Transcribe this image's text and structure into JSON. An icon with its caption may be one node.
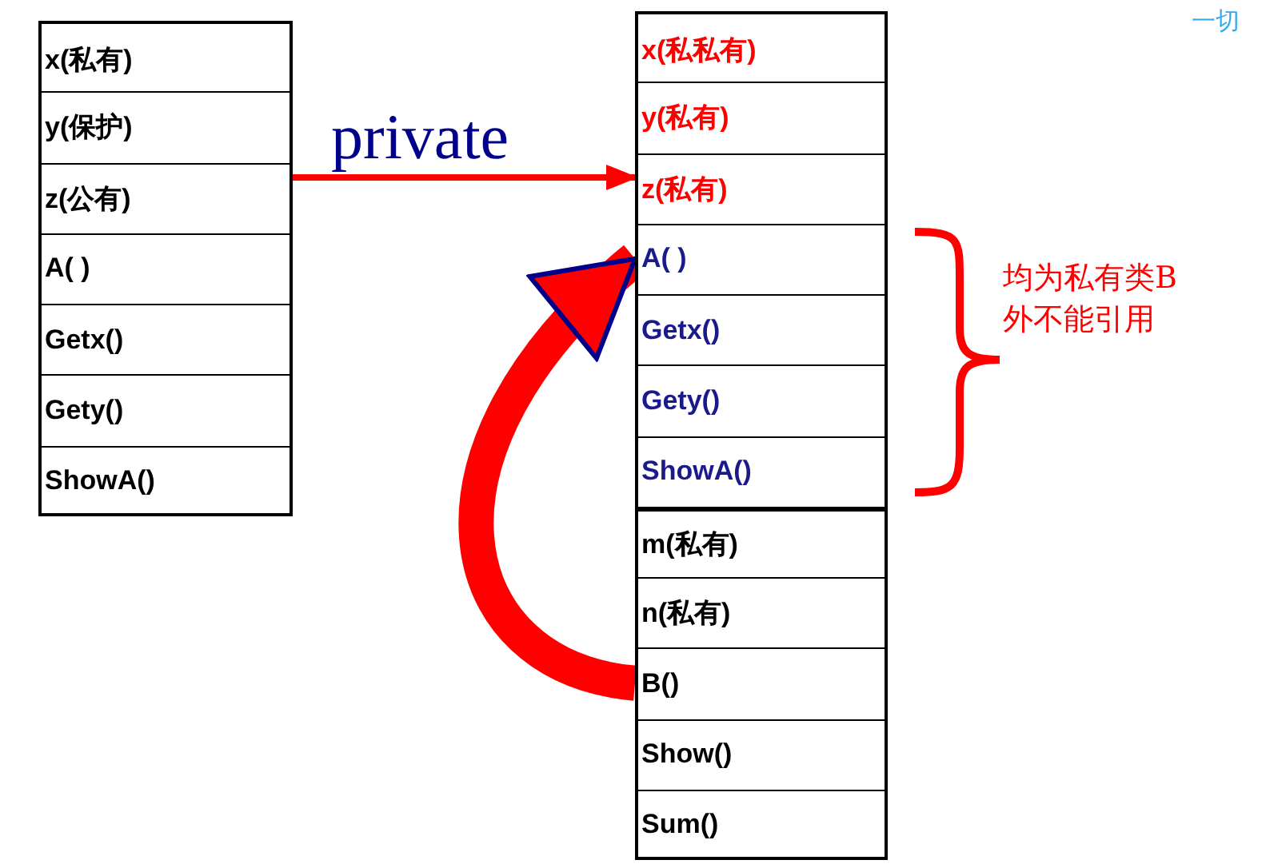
{
  "diagram": {
    "nodes": [
      {
        "text": [],
        "shape": "box"
      },
      {
        "text": [
          "x(私有)"
        ],
        "in": 0
      },
      {
        "text": [
          "y(保护)"
        ],
        "in": 0
      },
      {
        "text": [
          "z(公有)"
        ],
        "in": 0
      },
      {
        "text": [
          "A( )"
        ],
        "in": 0
      },
      {
        "text": [
          "Getx()"
        ],
        "in": 0
      },
      {
        "text": [
          "Gety()"
        ],
        "in": 0
      },
      {
        "text": [
          "ShowA()"
        ],
        "in": 0
      },
      {
        "text": [],
        "shape": "box"
      },
      {
        "text": [
          "x(私私有)"
        ],
        "in": 8
      },
      {
        "text": [
          "y(私有)"
        ],
        "in": 8
      },
      {
        "text": [
          "z(私有)"
        ],
        "in": 8
      },
      {
        "text": [
          "A( )"
        ],
        "in": 8
      },
      {
        "text": [
          "Getx()"
        ],
        "in": 8
      },
      {
        "text": [
          "Gety()"
        ],
        "in": 8
      },
      {
        "text": [
          "ShowA()"
        ],
        "in": 8
      },
      {
        "text": [
          "m(私有)"
        ],
        "in": 8
      },
      {
        "text": [
          "n(私有)"
        ],
        "in": 8
      },
      {
        "text": [
          "B()"
        ],
        "in": 8
      },
      {
        "text": [
          "Show()"
        ],
        "in": 8
      },
      {
        "text": [
          "Sum()"
        ],
        "in": 8
      }
    ],
    "edges": [
      {
        "from": 0,
        "to": 8,
        "arrow": "to",
        "label": "private"
      },
      {
        "from": 18,
        "to": 12,
        "arrow": "to",
        "style": "thick"
      }
    ],
    "labels": [
      "一切",
      "均为私有类B外不能引用"
    ]
  }
}
